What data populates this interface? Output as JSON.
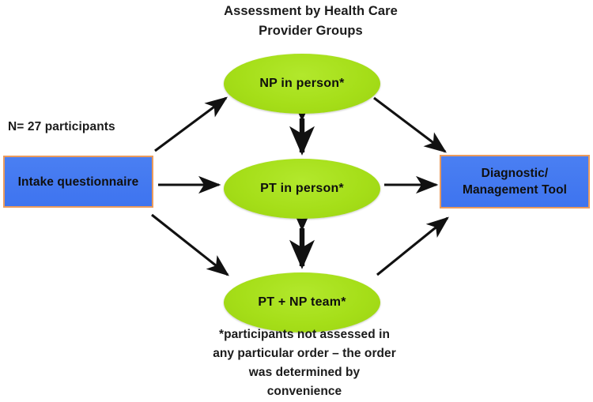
{
  "diagram": {
    "type": "flowchart",
    "title": "Assessment by Health Care Provider Groups",
    "title_line1": "Assessment by Health Care",
    "title_line2": "Provider Groups",
    "participants_label": "N= 27 participants",
    "colors": {
      "box_fill": "#4a7ff2",
      "box_border": "#eb9b5c",
      "ellipse_fill": "#a5de18",
      "arrow": "#111111",
      "text": "#1b1b1b",
      "background": "#ffffff"
    },
    "nodes": {
      "intake": {
        "label": "Intake questionnaire",
        "shape": "rectangle"
      },
      "np": {
        "label": "NP in person*",
        "shape": "ellipse"
      },
      "pt": {
        "label": "PT in person*",
        "shape": "ellipse"
      },
      "team": {
        "label": "PT + NP team*",
        "shape": "ellipse"
      },
      "tool": {
        "label": "Diagnostic/ Management Tool",
        "line1": "Diagnostic/",
        "line2": "Management Tool",
        "shape": "rectangle"
      }
    },
    "footnote": {
      "line1": "*participants not assessed in",
      "line2": "any particular order – the order",
      "line3": "was determined by",
      "line4": "convenience"
    },
    "edges": [
      {
        "from": "intake",
        "to": "np",
        "style": "single-arrow",
        "direction": "up-right"
      },
      {
        "from": "intake",
        "to": "pt",
        "style": "single-arrow",
        "direction": "right"
      },
      {
        "from": "intake",
        "to": "team",
        "style": "single-arrow",
        "direction": "down-right"
      },
      {
        "from": "np",
        "to": "tool",
        "style": "single-arrow",
        "direction": "down-right"
      },
      {
        "from": "pt",
        "to": "tool",
        "style": "single-arrow",
        "direction": "right"
      },
      {
        "from": "team",
        "to": "tool",
        "style": "single-arrow",
        "direction": "up-right"
      },
      {
        "from": "np",
        "to": "pt",
        "style": "double-arrow",
        "direction": "vertical"
      },
      {
        "from": "pt",
        "to": "team",
        "style": "double-arrow",
        "direction": "vertical"
      }
    ]
  }
}
